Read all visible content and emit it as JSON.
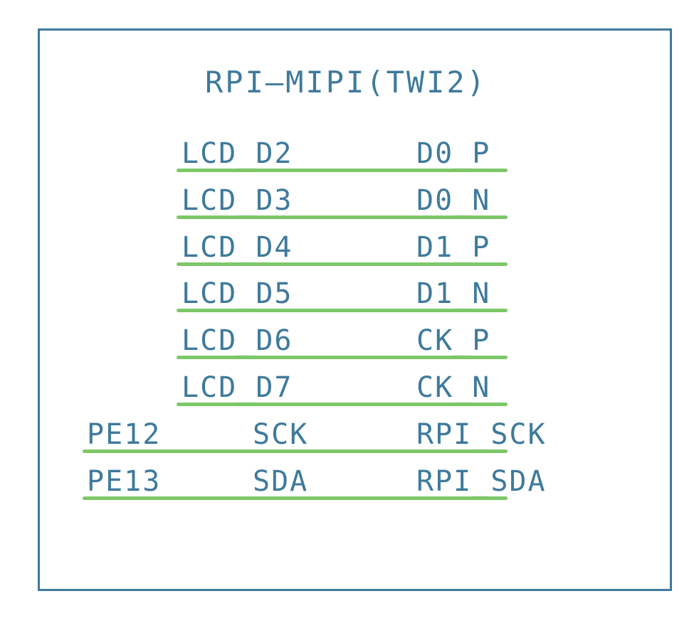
{
  "title": "RPI—MIPI(TWI2)",
  "colors": {
    "frame": "#3f7a9b",
    "text": "#3f7a9b",
    "wire": "#7cc767"
  },
  "rows": [
    {
      "left": "",
      "center": "LCD_D2",
      "right": "D0_P"
    },
    {
      "left": "",
      "center": "LCD_D3",
      "right": "D0_N"
    },
    {
      "left": "",
      "center": "LCD_D4",
      "right": "D1_P"
    },
    {
      "left": "",
      "center": "LCD_D5",
      "right": "D1_N"
    },
    {
      "left": "",
      "center": "LCD_D6",
      "right": "CK_P"
    },
    {
      "left": "",
      "center": "LCD_D7",
      "right": "CK_N"
    },
    {
      "left": "PE12",
      "center": "SCK",
      "right": "RPI_SCK"
    },
    {
      "left": "PE13",
      "center": "SDA",
      "right": "RPI_SDA"
    }
  ]
}
